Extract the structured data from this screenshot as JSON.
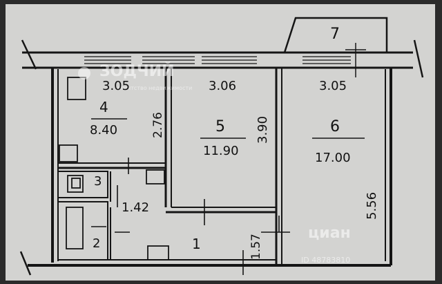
{
  "rooms": [
    {
      "id": "1",
      "number": "1",
      "area": "",
      "dims": [
        "1.57"
      ]
    },
    {
      "id": "2",
      "number": "2",
      "area": "",
      "dims": []
    },
    {
      "id": "3",
      "number": "3",
      "area": "",
      "dims": []
    },
    {
      "id": "4",
      "number": "4",
      "area": "8.40",
      "dims": [
        "3.05",
        "2.76"
      ]
    },
    {
      "id": "5",
      "number": "5",
      "area": "11.90",
      "dims": [
        "3.06",
        "3.90"
      ]
    },
    {
      "id": "6",
      "number": "6",
      "area": "17.00",
      "dims": [
        "3.05",
        "5.56"
      ]
    },
    {
      "id": "7",
      "number": "7",
      "area": "",
      "dims": []
    }
  ],
  "hall": {
    "area": "1.42"
  },
  "watermarks": {
    "top": "ЗОДЧИЙ",
    "top_sub": "агентство недвижимости",
    "bottom": "циан",
    "bottom_sub": "ID 48783810"
  },
  "colors": {
    "paper": "#d3d3d1",
    "background": "#2b2b2b",
    "ink": "#151515"
  }
}
